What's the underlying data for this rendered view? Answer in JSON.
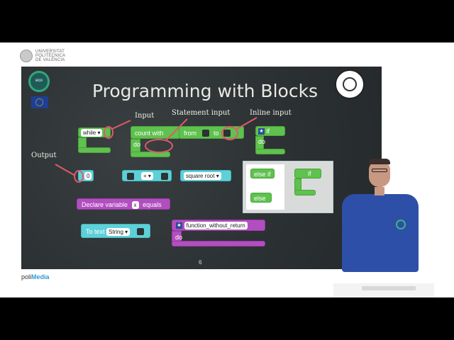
{
  "header": {
    "logo_text": [
      "UNIVERSITAT",
      "POLITÈCNICA",
      "DE VALÈNCIA"
    ]
  },
  "slide": {
    "title": "Programming with Blocks",
    "page_number": "6",
    "eco_logo_text": "eco",
    "labels": {
      "input": "Input",
      "statement_input": "Statement input",
      "inline_input": "Inline input",
      "output": "Output"
    },
    "blocks": {
      "while": "while",
      "count_with": "count with",
      "from": "from",
      "to": "to",
      "do": "do",
      "if": "if",
      "number": "0",
      "plus": "+",
      "square_root": "square root",
      "declare_variable": "Declare variable",
      "variable": "x",
      "equals": "equals",
      "to_text": "To text",
      "string": "String",
      "function_name": "function_without_return",
      "else_if": "else if",
      "else": "else"
    },
    "colors": {
      "board": "#2d3234",
      "logic_green": "#5fc14e",
      "math_cyan": "#5ed1d8",
      "function_purple": "#b24ec0",
      "highlight_ring": "#e0596b"
    }
  },
  "footer": {
    "brand_prefix": "poli",
    "brand_suffix": "Media"
  }
}
